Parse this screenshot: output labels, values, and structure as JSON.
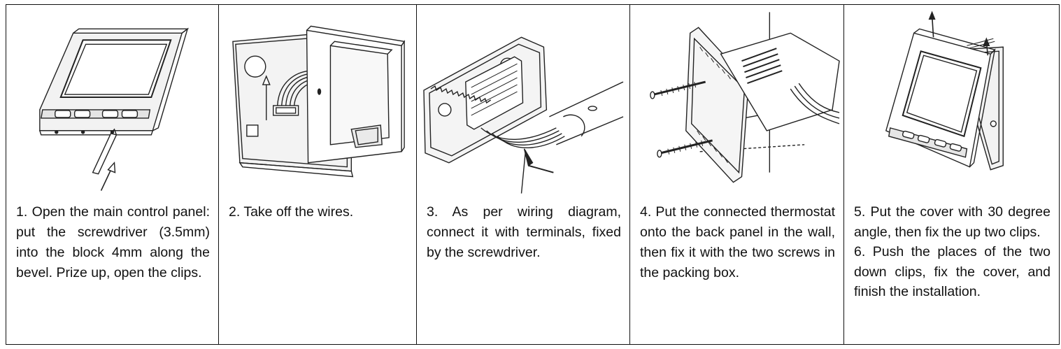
{
  "steps": [
    {
      "text": "1. Open the main control panel: put the screwdriver (3.5mm) into the block 4mm along the bevel. Prize up, open the clips.",
      "illustration": "screwdriver-opening-panel"
    },
    {
      "text": "2. Take off the wires.",
      "illustration": "removing-wires"
    },
    {
      "text": "3. As per wiring diagram, connect it with terminals, fixed by the screwdriver.",
      "illustration": "wiring-terminals"
    },
    {
      "text": "4. Put the connected thermostat onto the back panel in the wall, then fix it with the two screws in the packing box.",
      "illustration": "mounting-screws"
    },
    {
      "text": "5. Put the cover with 30 degree angle, then fix the up two clips.",
      "text2": "6. Push the places of the two down clips, fix the cover, and finish the installation.",
      "illustration": "attaching-cover"
    }
  ]
}
